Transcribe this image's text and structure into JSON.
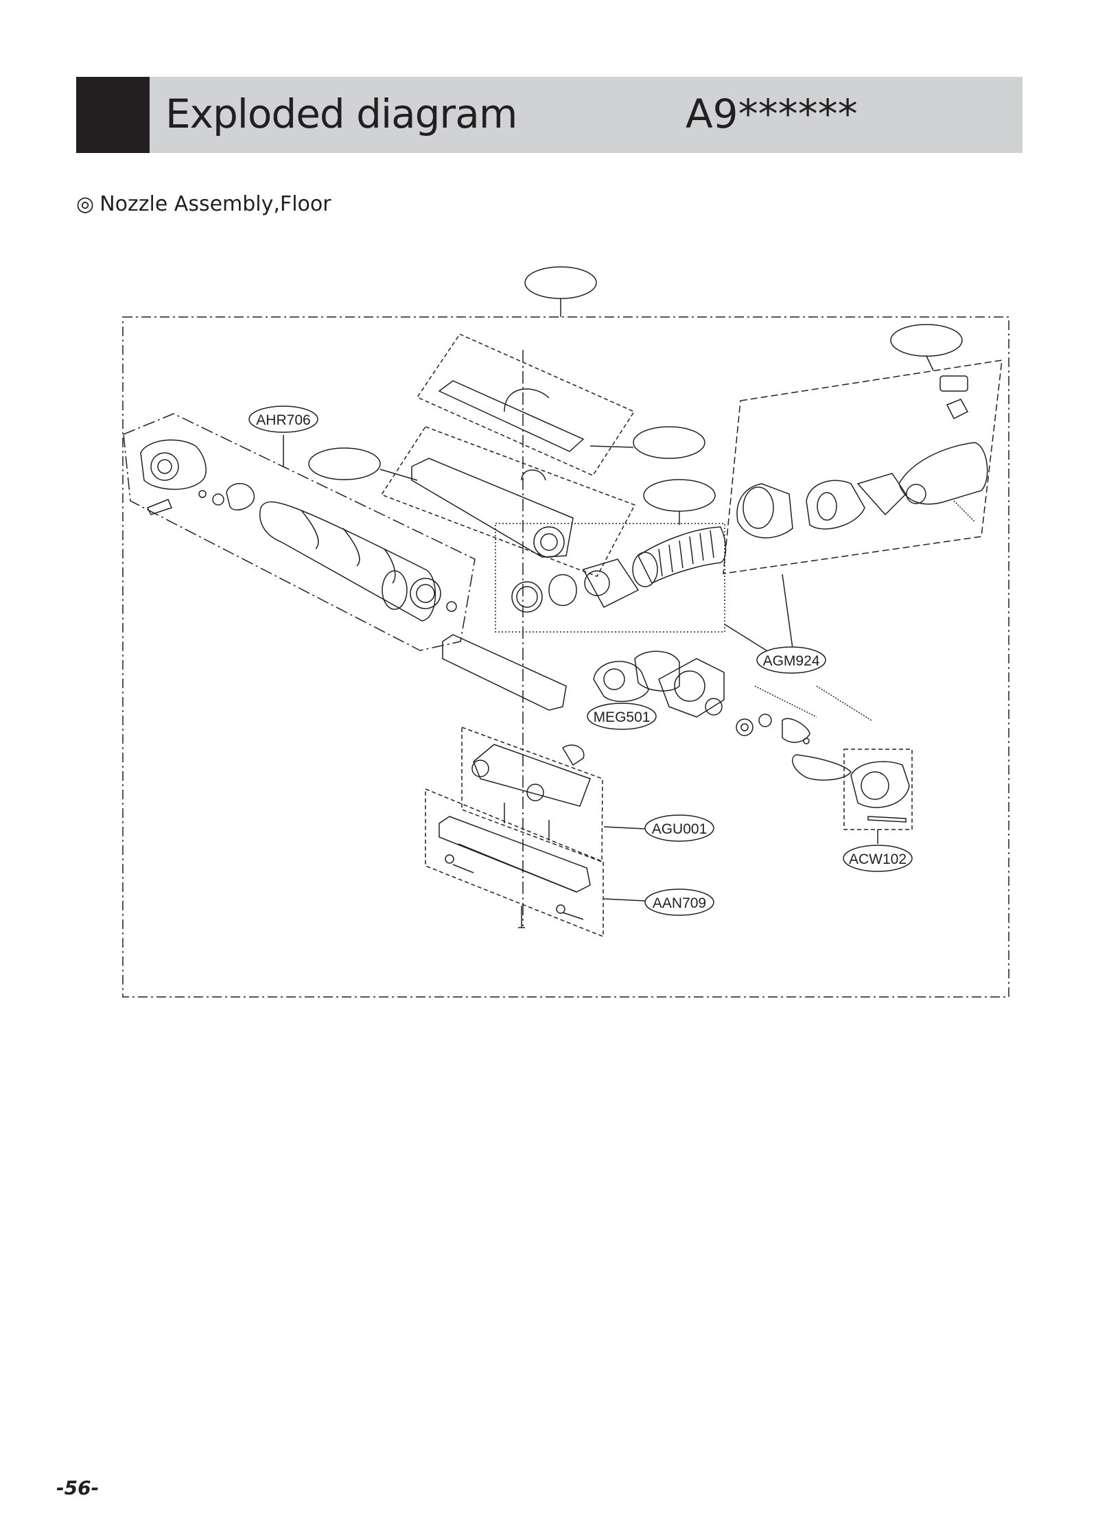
{
  "header": {
    "title": "Exploded diagram",
    "model": "A9******"
  },
  "subtitle": {
    "symbol": "◎",
    "text": "Nozzle Assembly,Floor"
  },
  "callouts": {
    "ahr706": "AHR706",
    "agm924": "AGM924",
    "meg501": "MEG501",
    "agu001": "AGU001",
    "acw102": "ACW102",
    "aan709": "AAN709"
  },
  "page_number": "-56-"
}
